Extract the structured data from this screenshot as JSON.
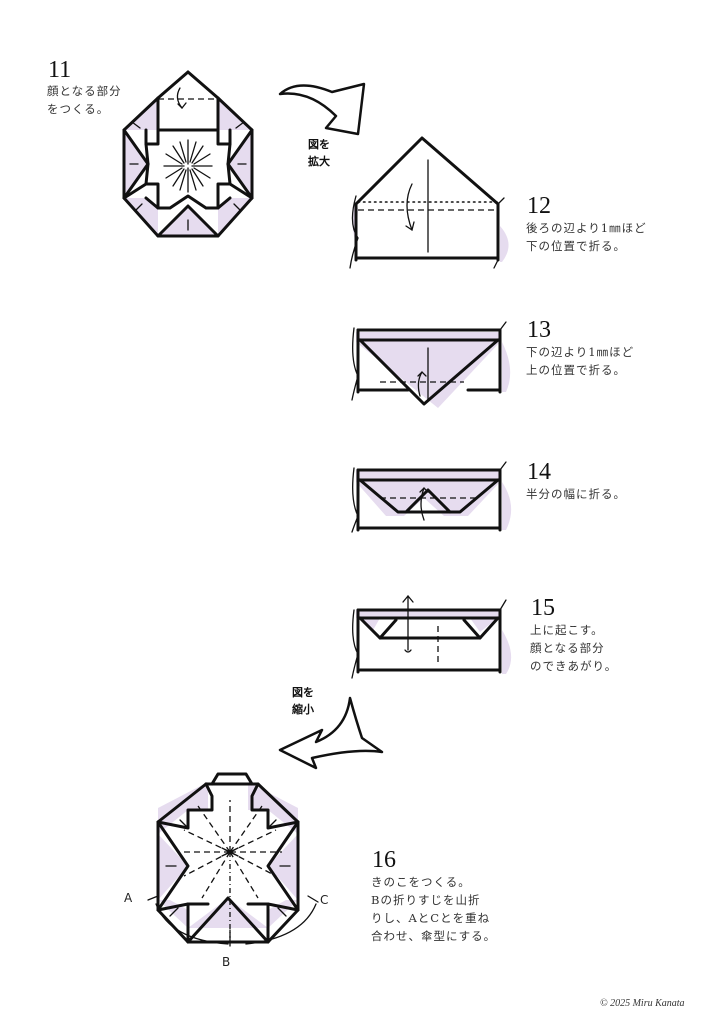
{
  "colors": {
    "paper_purple": "#e6dcef",
    "line": "#111111",
    "background": "#ffffff"
  },
  "steps": [
    {
      "number": "11",
      "text": "顔となる部分\nをつくる。"
    },
    {
      "number": "12",
      "text": "後ろの辺より1㎜ほど\n下の位置で折る。"
    },
    {
      "number": "13",
      "text": "下の辺より1㎜ほど\n上の位置で折る。"
    },
    {
      "number": "14",
      "text": "半分の幅に折る。"
    },
    {
      "number": "15",
      "text": "上に起こす。\n顔となる部分\nのできあがり。"
    },
    {
      "number": "16",
      "text": "きのこをつくる。\nBの折りすじを山折\nりし、AとCとを重ね\n合わせ、傘型にする。"
    }
  ],
  "arrows": {
    "enlarge": {
      "label": "図を\n拡大"
    },
    "shrink": {
      "label": "図を\n縮小"
    }
  },
  "diagram16_labels": {
    "a": "A",
    "b": "B",
    "c": "C"
  },
  "footer": {
    "copyright": "© 2025 Miru Kanata"
  }
}
